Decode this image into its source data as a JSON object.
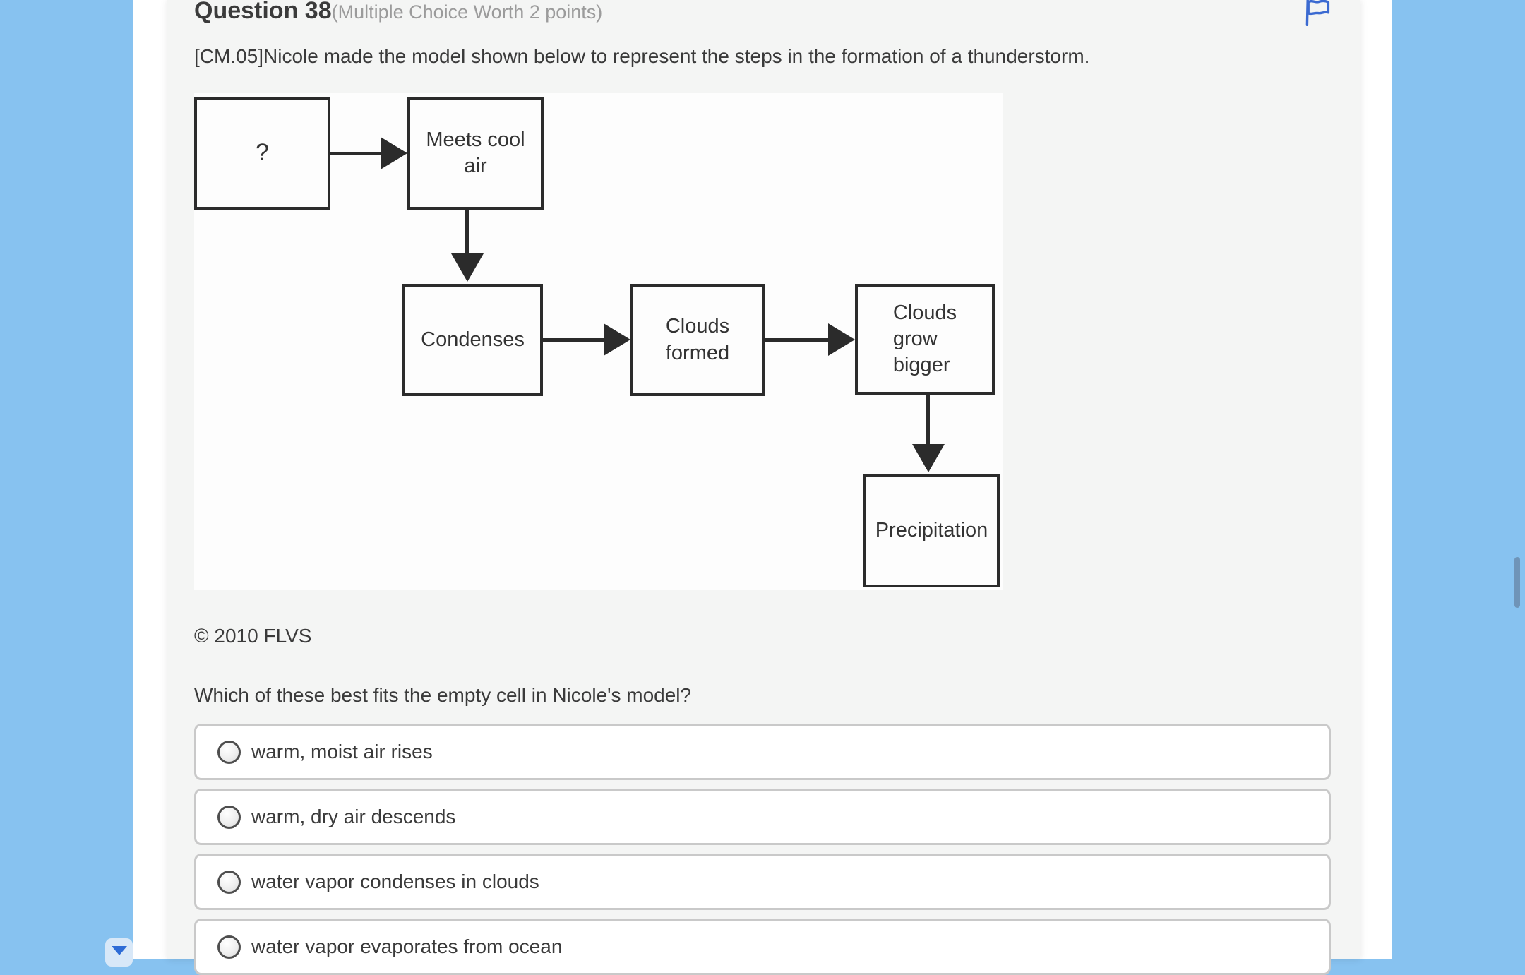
{
  "theme": {
    "outer_bg": "#87C2F0",
    "content_bg": "#F4F5F4",
    "gutter_bg": "#FFFFFF",
    "flag_blue": "#3B6AD1",
    "diagram_ink": "#2B2B2B",
    "option_border": "#C9C9C9",
    "scrollbar_thumb": "#6F94B8",
    "expander_bg": "#D8E8F8",
    "expander_arrow": "#2E6CD6"
  },
  "header": {
    "title": "Question 38",
    "meta": "(Multiple Choice Worth 2 points)",
    "flag_icon": "flag-icon"
  },
  "question": {
    "prompt": "[CM.05]Nicole made the model shown below to represent the steps in the formation of a thunderstorm.",
    "copyright": "© 2010 FLVS",
    "stem": "Which of these best fits the empty cell in Nicole's model?"
  },
  "diagram": {
    "boxes": {
      "unknown": "?",
      "meets_cool_air": "Meets cool\nair",
      "condenses": "Condenses",
      "clouds_formed": "Clouds\nformed",
      "clouds_grow_bigger": "Clouds\ngrow\nbigger",
      "precipitation": "Precipitation"
    }
  },
  "options": [
    {
      "label": "warm, moist air rises",
      "selected": false
    },
    {
      "label": "warm, dry air descends",
      "selected": false
    },
    {
      "label": "water vapor condenses in clouds",
      "selected": false
    },
    {
      "label": "water vapor evaporates from ocean",
      "selected": false
    }
  ],
  "icons": {
    "flag": "flag-icon",
    "expander": "chevron-down-icon"
  }
}
